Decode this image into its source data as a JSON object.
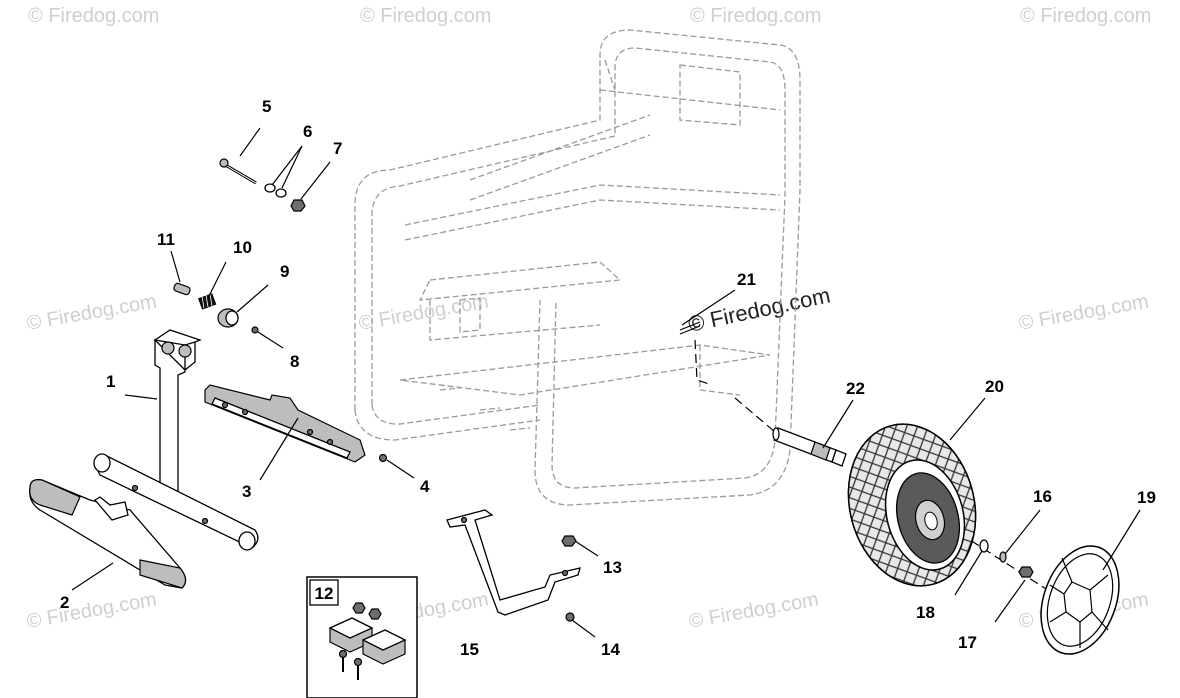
{
  "watermarks": {
    "site": "© Firedog.com"
  },
  "callouts": [
    "1",
    "2",
    "3",
    "4",
    "5",
    "6",
    "7",
    "8",
    "9",
    "10",
    "11",
    "12",
    "13",
    "14",
    "15",
    "16",
    "17",
    "18",
    "19",
    "20",
    "21",
    "22"
  ],
  "kit_label": "12"
}
